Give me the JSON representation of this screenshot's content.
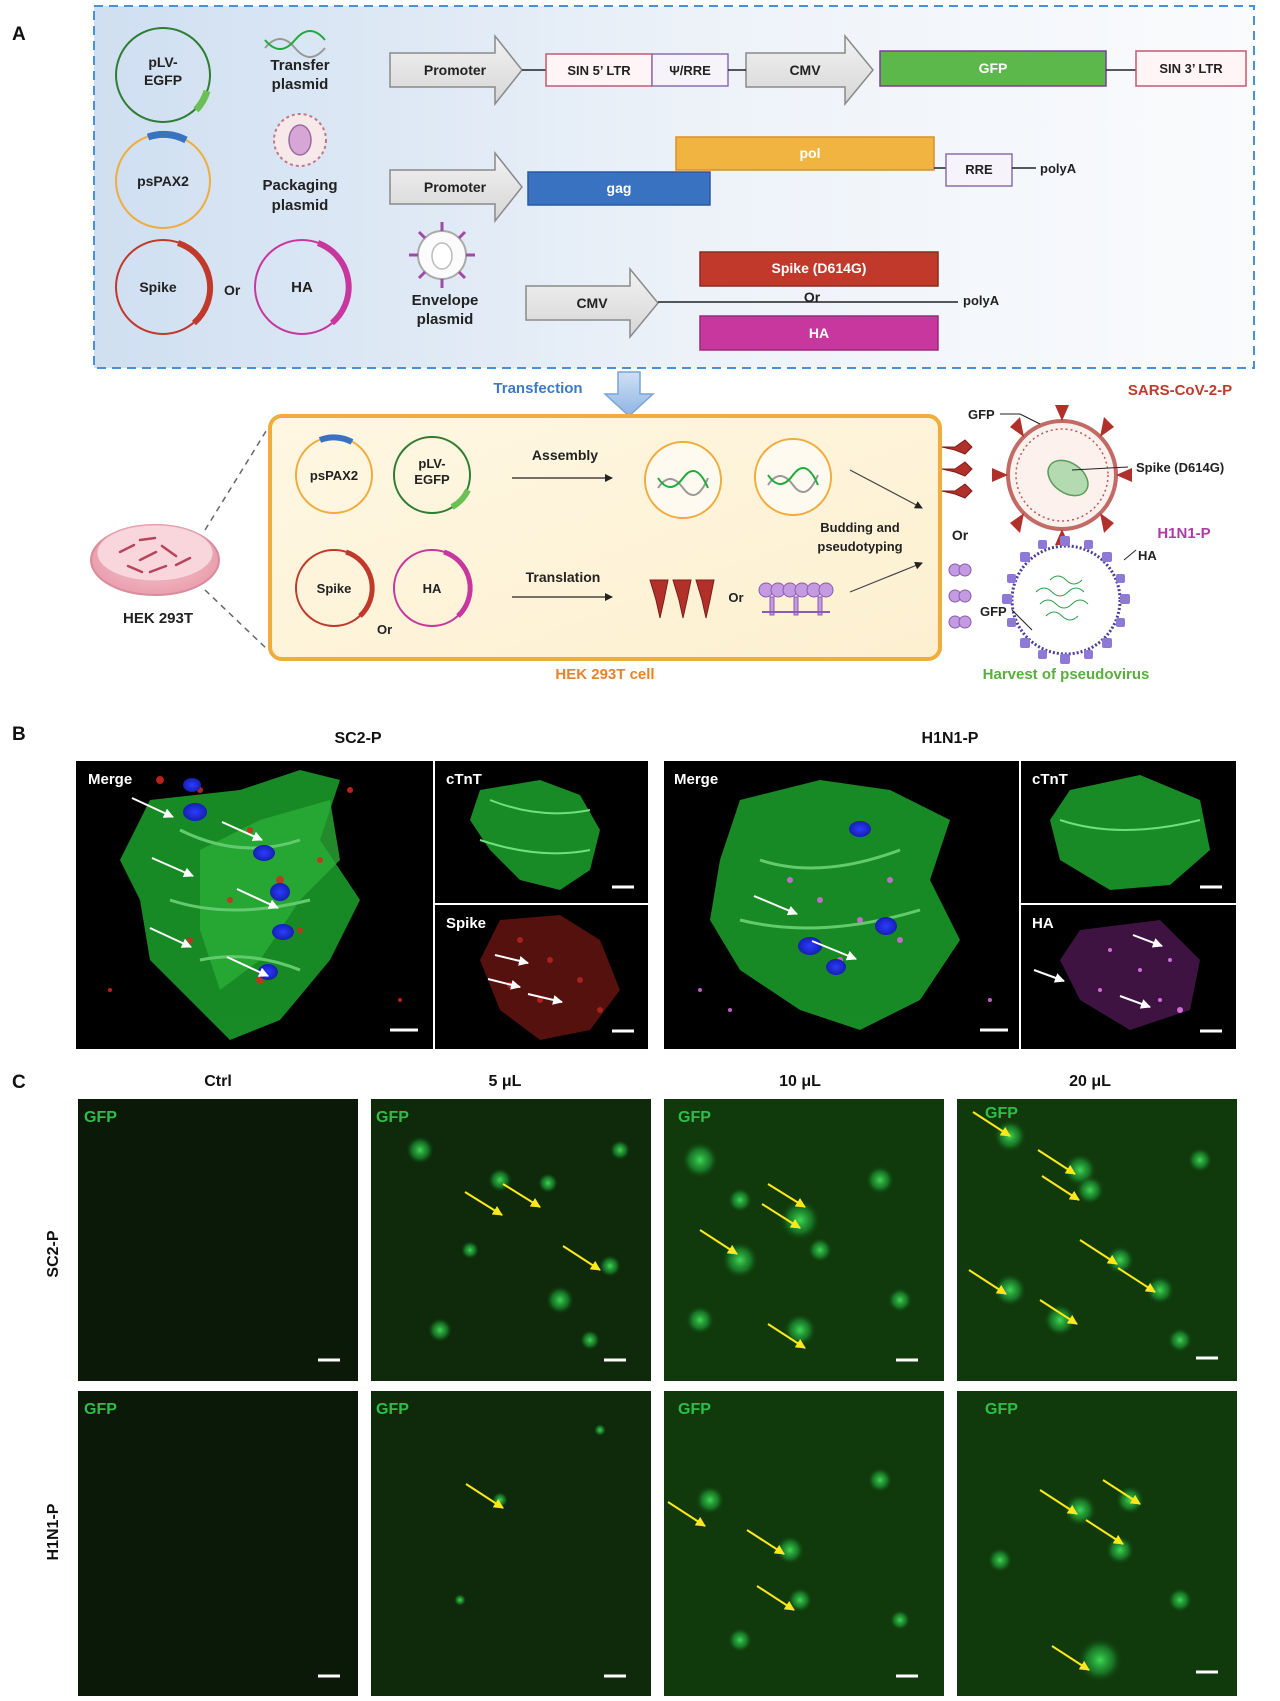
{
  "panel_labels": {
    "a": "A",
    "b": "B",
    "c": "C"
  },
  "panel_a": {
    "plasmids": {
      "plv": "pLV-EGFP",
      "pspax2": "psPAX2",
      "spike": "Spike",
      "ha": "HA",
      "or": "Or"
    },
    "legend": {
      "transfer": "Transfer plasmid",
      "packaging": "Packaging plasmid",
      "envelope": "Envelope plasmid"
    },
    "constructs": {
      "promoter": "Promoter",
      "sin5": "SIN 5’ LTR",
      "psi_rre": "Ψ/RRE",
      "cmv": "CMV",
      "gfp": "GFP",
      "sin3": "SIN 3’ LTR",
      "pol": "pol",
      "gag": "gag",
      "rre": "RRE",
      "polya": "polyA",
      "spike_d614g": "Spike (D614G)",
      "or": "Or",
      "ha": "HA"
    },
    "transfection": "Transfection",
    "cell": {
      "title": "HEK 293T cell",
      "dish_label": "HEK 293T",
      "assembly": "Assembly",
      "translation": "Translation",
      "budding": "Budding and pseudotyping",
      "or": "Or"
    },
    "virions": {
      "sars_title": "SARS-CoV-2-P",
      "h1n1_title": "H1N1-P",
      "gfp": "GFP",
      "spike_d614g": "Spike (D614G)",
      "ha": "HA",
      "harvest": "Harvest of pseudovirus"
    }
  },
  "panel_b": {
    "sc2_title": "SC2-P",
    "h1n1_title": "H1N1-P",
    "merge": "Merge",
    "ctnt": "cTnT",
    "spike": "Spike",
    "ha": "HA"
  },
  "panel_c": {
    "columns": [
      "Ctrl",
      "5 μL",
      "10 μL",
      "20 μL"
    ],
    "rows": [
      "SC2-P",
      "H1N1-P"
    ],
    "channel": "GFP"
  },
  "colors": {
    "dashed_border": "#4a90d9",
    "cell_border": "#f0ac3c",
    "gfp_green": "#5cb84a",
    "gag_blue": "#3a72c2",
    "pol_orange": "#f2b441",
    "spike_red": "#c0392b",
    "ha_magenta": "#c8379e",
    "cell_title_orange": "#e8822a",
    "transfection_blue": "#3a7bc8",
    "sars_red": "#c0392b",
    "h1n1_magenta": "#b13aa7",
    "harvest_green": "#5aae3f"
  }
}
